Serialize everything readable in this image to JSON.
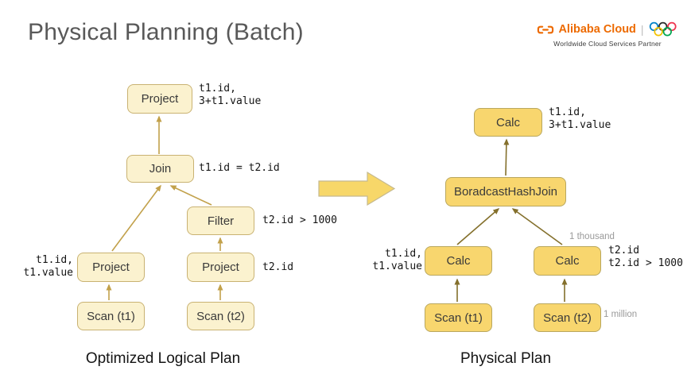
{
  "title": "Physical Planning (Batch)",
  "logo": {
    "brand": "Alibaba Cloud",
    "tagline": "Worldwide Cloud Services Partner",
    "brand_color": "#ED6A00",
    "ring_colors": [
      "#0081C8",
      "#2B2B2B",
      "#EE334E",
      "#F4C300",
      "#00A651"
    ]
  },
  "colors": {
    "left_box_fill": "#FBF2CF",
    "left_box_border": "#C9B272",
    "right_box_fill": "#F8D66E",
    "right_box_border": "#B9A75E",
    "left_arrow": "#C2A14B",
    "right_arrow": "#84702C",
    "big_arrow_fill": "#F7D769",
    "title_color": "#595959",
    "muted_gray": "#9A9A9A"
  },
  "left_tree": {
    "caption": "Optimized Logical Plan",
    "nodes": {
      "project_top": "Project",
      "join": "Join",
      "filter": "Filter",
      "project_l": "Project",
      "project_r": "Project",
      "scan_t1": "Scan (t1)",
      "scan_t2": "Scan (t2)"
    },
    "annotations": {
      "project_top": "t1.id,\n3+t1.value",
      "join": "t1.id = t2.id",
      "filter": "t2.id > 1000",
      "project_l": "t1.id,\nt1.value",
      "project_r": "t2.id"
    }
  },
  "right_tree": {
    "caption": "Physical Plan",
    "nodes": {
      "calc_top": "Calc",
      "join": "BoradcastHashJoin",
      "calc_l": "Calc",
      "calc_r": "Calc",
      "scan_t1": "Scan (t1)",
      "scan_t2": "Scan (t2)"
    },
    "annotations": {
      "calc_top": "t1.id,\n3+t1.value",
      "calc_l": "t1.id,\nt1.value",
      "calc_r": "t2.id\nt2.id > 1000",
      "cardinality_thousand": "1 thousand",
      "cardinality_million": "1 million"
    }
  }
}
